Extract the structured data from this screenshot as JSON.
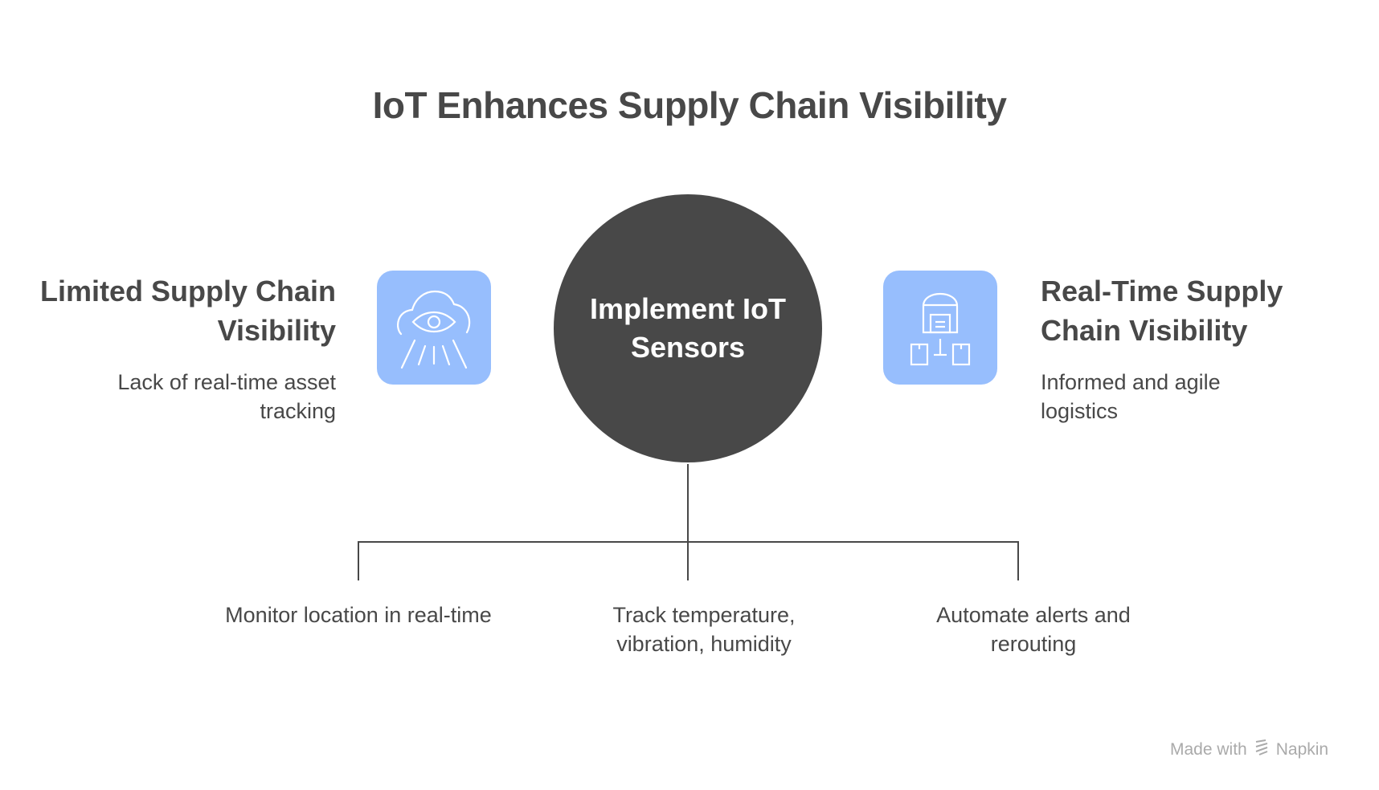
{
  "title": "IoT Enhances Supply Chain Visibility",
  "center": {
    "label": "Implement IoT Sensors"
  },
  "left": {
    "heading": "Limited Supply Chain Visibility",
    "description": "Lack of real-time asset tracking",
    "icon": "cloud-eye-icon"
  },
  "right": {
    "heading": "Real-Time Supply Chain Visibility",
    "description": "Informed and agile logistics",
    "icon": "warehouse-distribution-icon"
  },
  "branches": [
    {
      "label": "Monitor location in real-time"
    },
    {
      "label": "Track temperature, vibration, humidity"
    },
    {
      "label": "Automate alerts and rerouting"
    }
  ],
  "footer": {
    "made_with": "Made with",
    "brand": "Napkin"
  },
  "colors": {
    "dark": "#484848",
    "icon_bg": "#97BEFD"
  }
}
